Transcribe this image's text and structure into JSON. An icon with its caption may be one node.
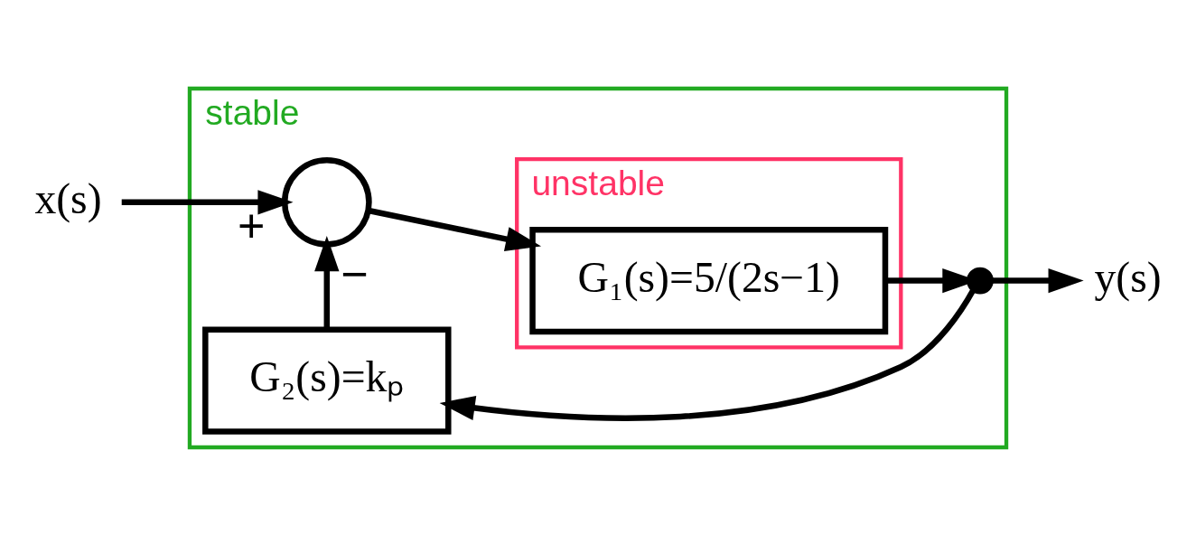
{
  "diagram": {
    "nodes": [
      {
        "text": [
          "stable"
        ]
      },
      {
        "text": [
          "unstable"
        ],
        "in": 0
      },
      {
        "text": [
          "G₁(s)=5/(2s−1)"
        ],
        "in": 1
      },
      {
        "text": [],
        "shape": "circle",
        "beside": [
          "+",
          "−"
        ],
        "in": 0
      },
      {
        "text": [
          "G₂(s)=kₚ"
        ],
        "in": 0
      },
      {
        "text": [],
        "shape": "dot",
        "in": 0
      },
      {
        "text": [
          "x(s)"
        ]
      },
      {
        "text": [
          "y(s)"
        ]
      }
    ],
    "edges": [
      {
        "from": 6,
        "to": 3,
        "arrow": "to"
      },
      {
        "from": 3,
        "to": 2,
        "arrow": "to"
      },
      {
        "from": 2,
        "to": 5,
        "arrow": "to"
      },
      {
        "from": 5,
        "to": 7,
        "arrow": "to"
      },
      {
        "from": 5,
        "to": 4,
        "arrow": "to"
      },
      {
        "from": 4,
        "to": 3,
        "arrow": "to"
      }
    ]
  }
}
